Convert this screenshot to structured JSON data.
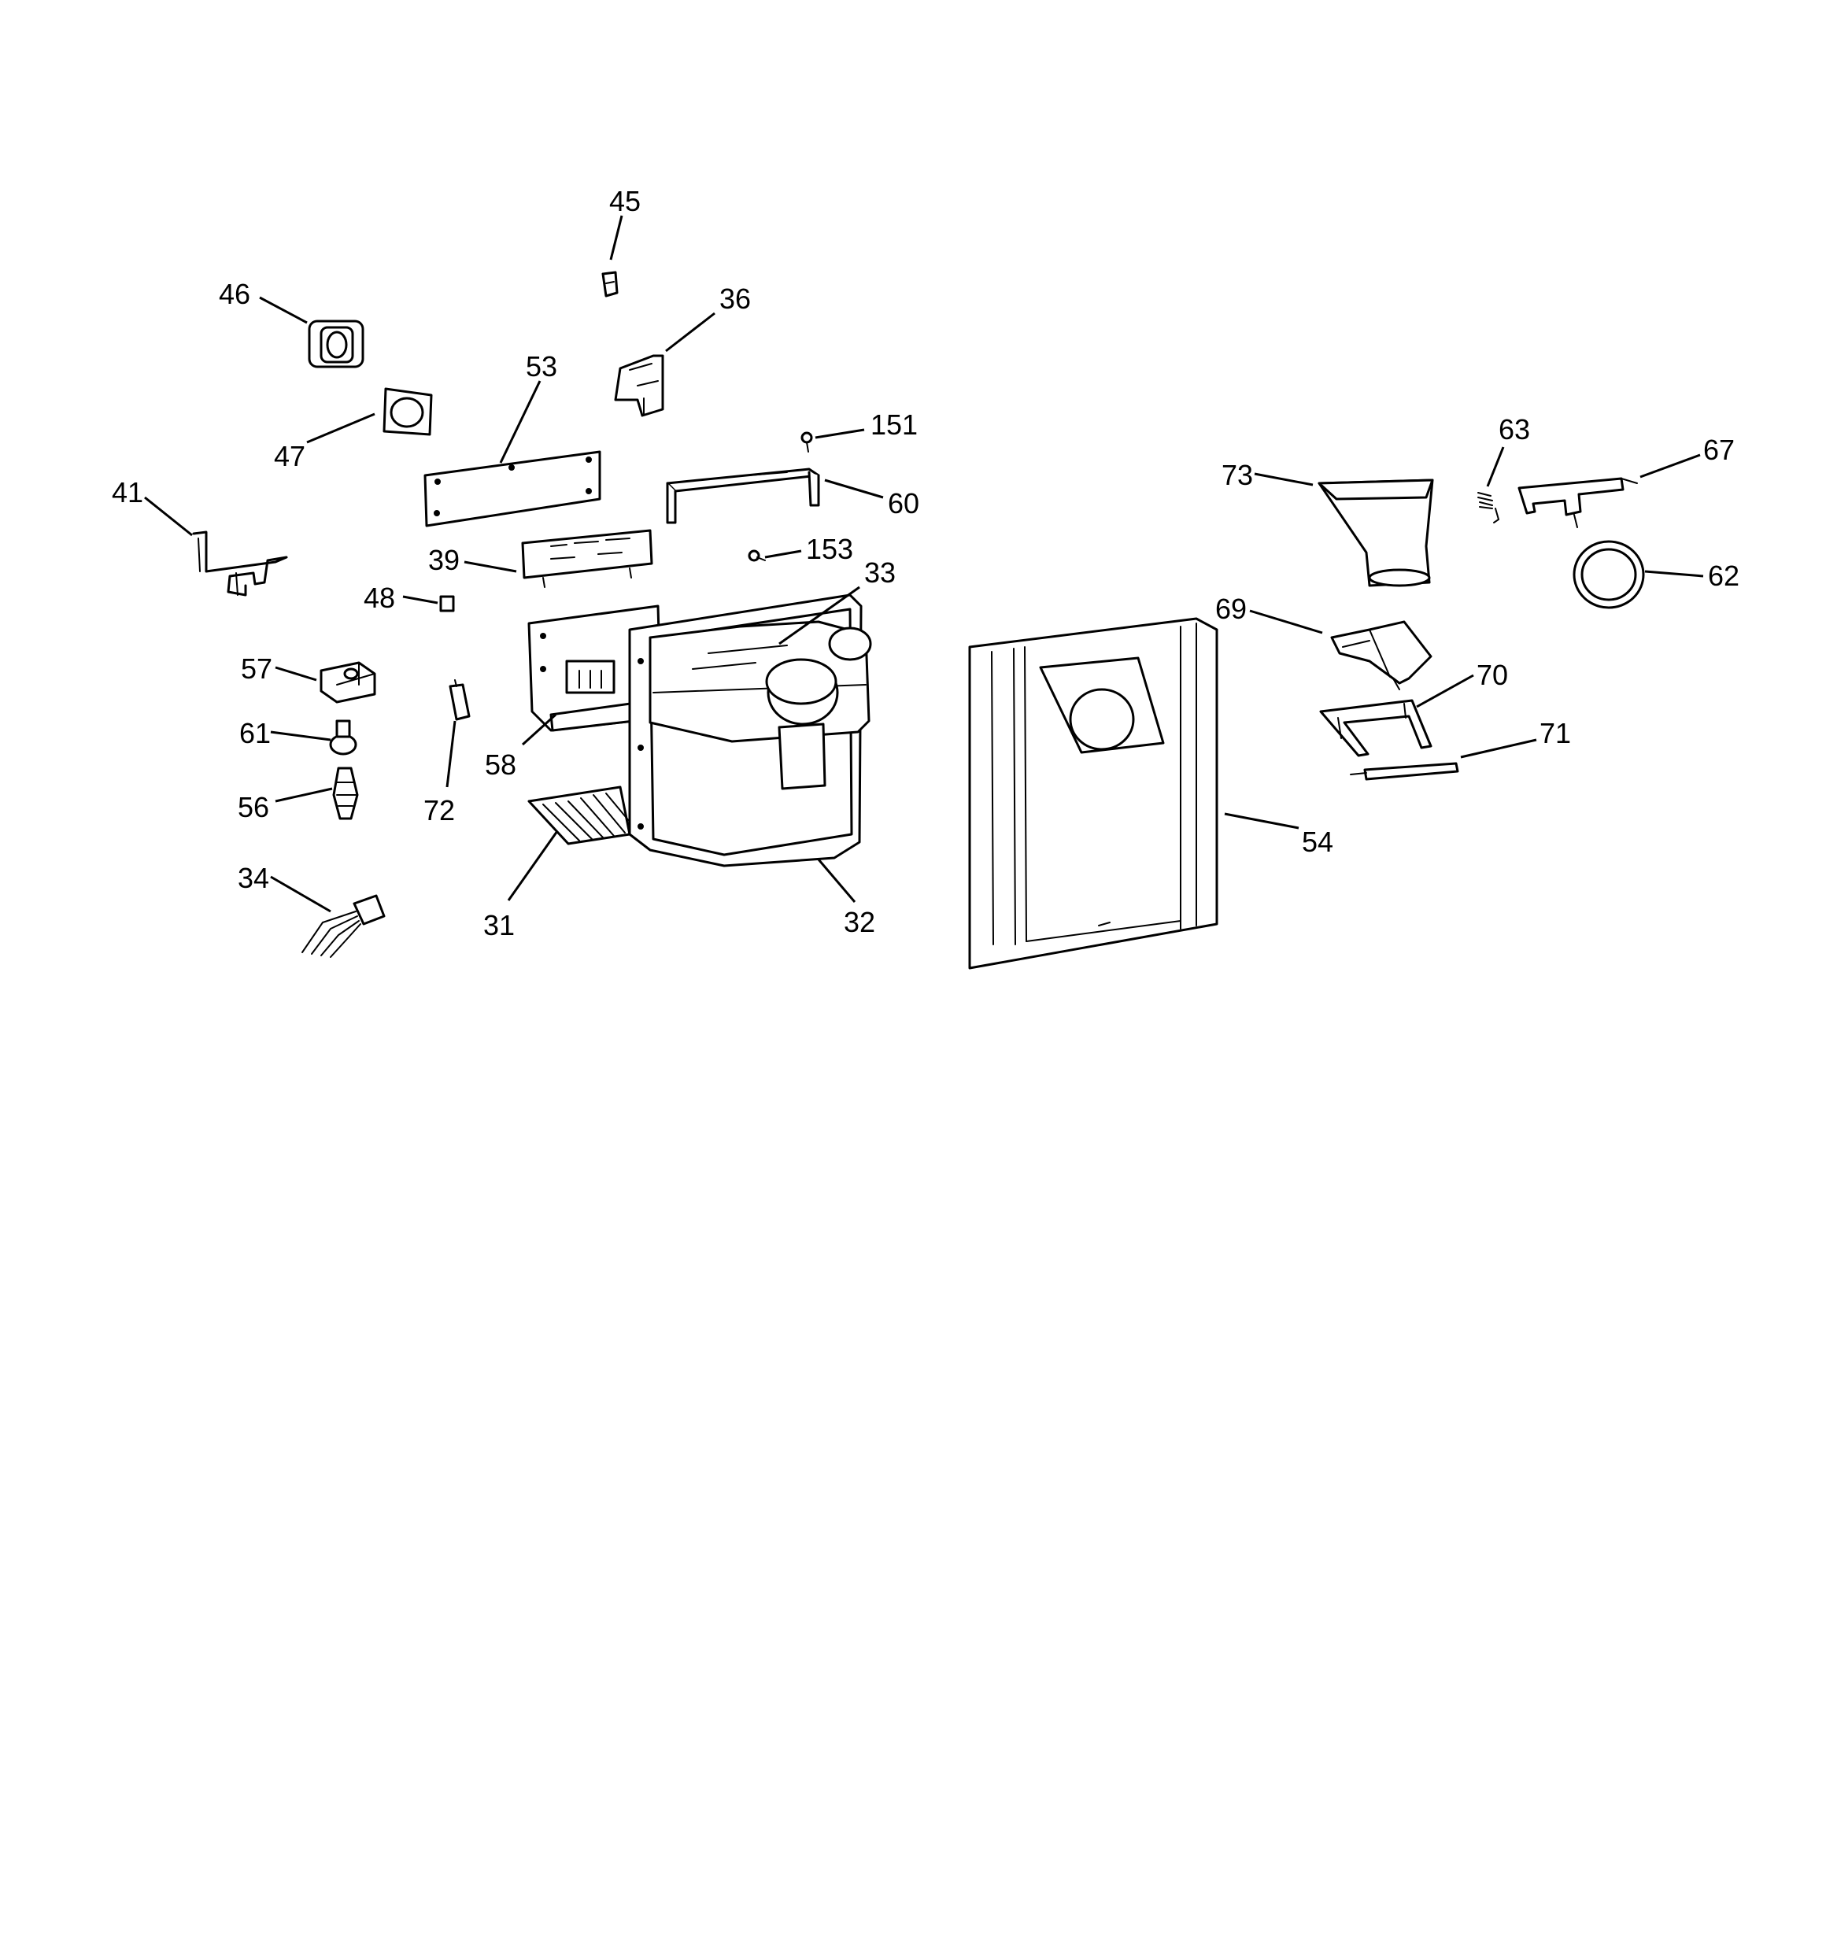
{
  "callouts": {
    "c45": "45",
    "c46": "46",
    "c36": "36",
    "c53": "53",
    "c47": "47",
    "c151": "151",
    "c41": "41",
    "c60": "60",
    "c153": "153",
    "c39": "39",
    "c33": "33",
    "c48": "48",
    "c57": "57",
    "c61": "61",
    "c58": "58",
    "c56": "56",
    "c72": "72",
    "c34": "34",
    "c31": "31",
    "c32": "32",
    "c73": "73",
    "c63": "63",
    "c67": "67",
    "c62": "62",
    "c69": "69",
    "c70": "70",
    "c71": "71",
    "c54": "54"
  }
}
